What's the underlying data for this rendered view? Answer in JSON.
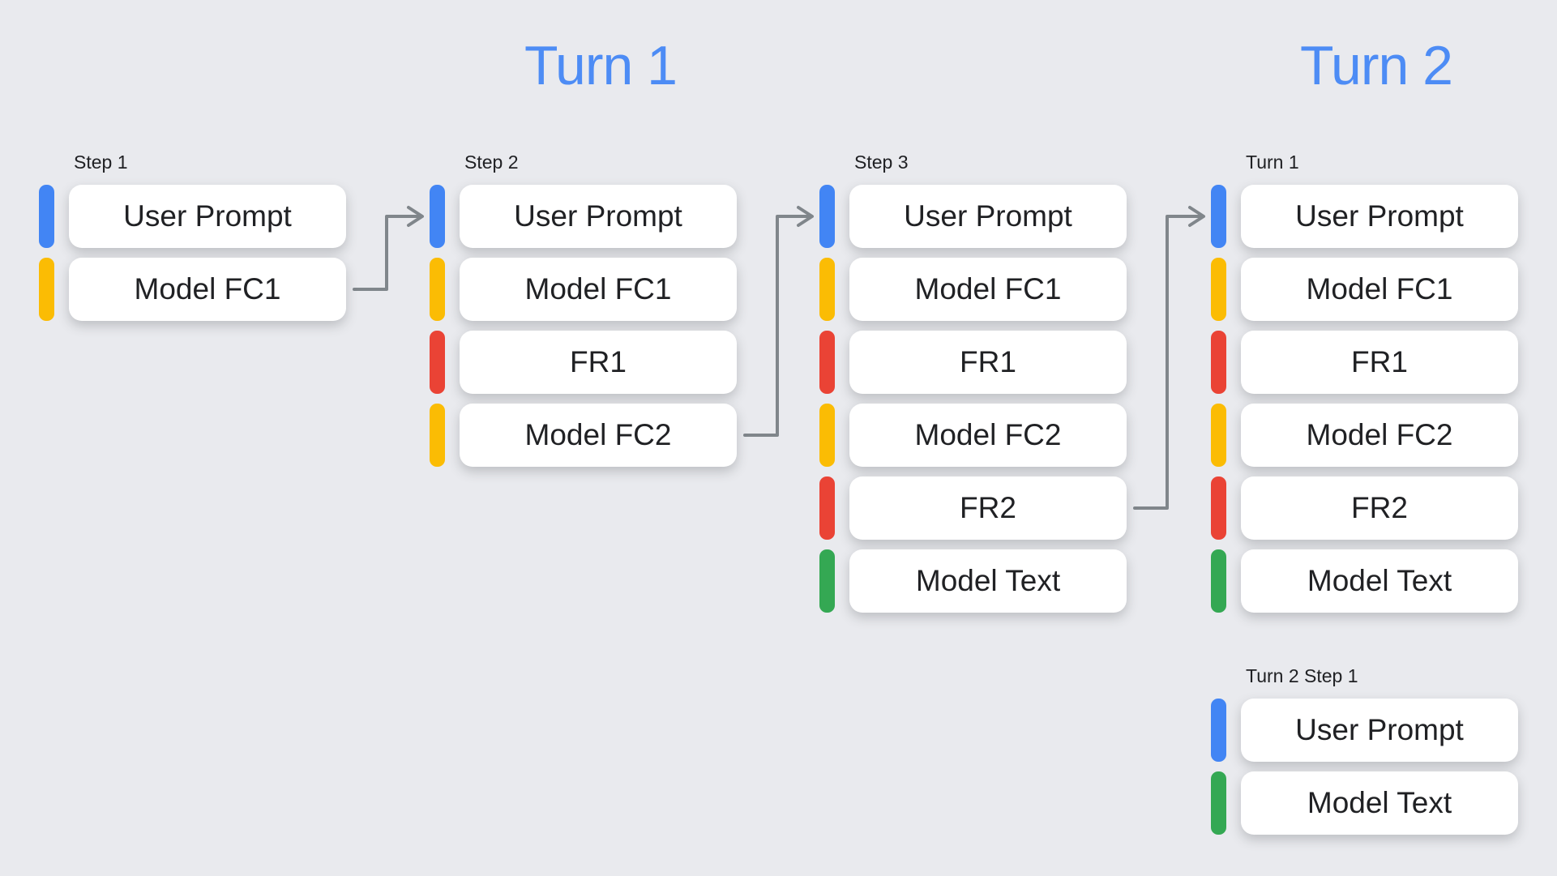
{
  "canvas": {
    "background": "#e9eaee"
  },
  "headers": {
    "turn1": {
      "label": "Turn 1"
    },
    "turn2": {
      "label": "Turn 2"
    }
  },
  "palette": {
    "blue": "#4285f4",
    "yellow": "#fbbc04",
    "red": "#ea4335",
    "green": "#34a853",
    "arrow": "#80868b",
    "header_blue": "#4d8cf5",
    "card_background": "#ffffff",
    "text": "#202124"
  },
  "groups": [
    {
      "id": "step-1",
      "label": "Step 1",
      "column": 0,
      "section": 1,
      "cards": [
        {
          "text": "User Prompt",
          "color": "blue"
        },
        {
          "text": "Model FC1",
          "color": "yellow"
        }
      ]
    },
    {
      "id": "step-2",
      "label": "Step 2",
      "column": 1,
      "section": 1,
      "cards": [
        {
          "text": "User Prompt",
          "color": "blue"
        },
        {
          "text": "Model FC1",
          "color": "yellow"
        },
        {
          "text": "FR1",
          "color": "red"
        },
        {
          "text": "Model FC2",
          "color": "yellow"
        }
      ]
    },
    {
      "id": "step-3",
      "label": "Step 3",
      "column": 2,
      "section": 1,
      "cards": [
        {
          "text": "User Prompt",
          "color": "blue"
        },
        {
          "text": "Model FC1",
          "color": "yellow"
        },
        {
          "text": "FR1",
          "color": "red"
        },
        {
          "text": "Model FC2",
          "color": "yellow"
        },
        {
          "text": "FR2",
          "color": "red"
        },
        {
          "text": "Model Text",
          "color": "green"
        }
      ]
    },
    {
      "id": "turn-1-context",
      "label": "Turn 1",
      "column": 3,
      "section": 1,
      "cards": [
        {
          "text": "User Prompt",
          "color": "blue"
        },
        {
          "text": "Model FC1",
          "color": "yellow"
        },
        {
          "text": "FR1",
          "color": "red"
        },
        {
          "text": "Model FC2",
          "color": "yellow"
        },
        {
          "text": "FR2",
          "color": "red"
        },
        {
          "text": "Model Text",
          "color": "green"
        }
      ]
    },
    {
      "id": "turn-2-step-1",
      "label": "Turn 2 Step 1",
      "column": 3,
      "section": 2,
      "cards": [
        {
          "text": "User Prompt",
          "color": "blue"
        },
        {
          "text": "Model Text",
          "color": "green"
        }
      ]
    }
  ],
  "arrows": [
    {
      "from_group": 0,
      "from_row": 1,
      "to_group": 1,
      "to_row": 0
    },
    {
      "from_group": 1,
      "from_row": 3,
      "to_group": 2,
      "to_row": 0
    },
    {
      "from_group": 2,
      "from_row": 4,
      "to_group": 3,
      "to_row": 0
    }
  ]
}
